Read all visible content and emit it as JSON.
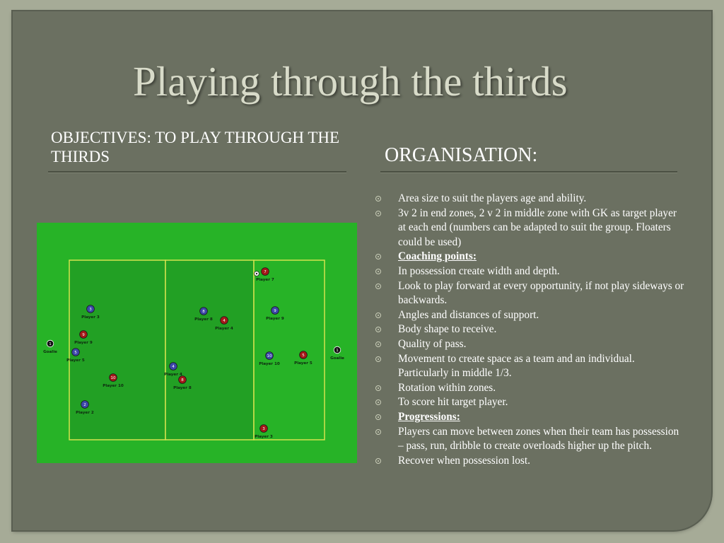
{
  "title": "Playing through the thirds",
  "objectives_heading": "OBJECTIVES:  TO PLAY THROUGH THE THIRDS",
  "organisation_heading": "ORGANISATION:",
  "colors": {
    "pitch": "#27b327",
    "zone_dark": "#22a024",
    "zone_lines": "#d4e34e",
    "blue_team": "#3c46a8",
    "red_team": "#a41818",
    "goalie": "#111111"
  },
  "bullets": [
    {
      "text": "Area size to suit the players age and ability.",
      "heading": false
    },
    {
      "text": "3v 2 in end zones, 2 v 2 in middle zone with GK as target player at each end (numbers can be adapted to suit the group.  Floaters could be used)",
      "heading": false
    },
    {
      "text": "Coaching points:",
      "heading": true
    },
    {
      "text": "In possession create width and depth.",
      "heading": false
    },
    {
      "text": "Look to play forward at every opportunity, if not play sideways or backwards.",
      "heading": false
    },
    {
      "text": "Angles and distances of support.",
      "heading": false
    },
    {
      "text": "Body shape to receive.",
      "heading": false
    },
    {
      "text": "Quality of pass.",
      "heading": false
    },
    {
      "text": "Movement to create space  as a team and an individual. Particularly in middle 1/3.",
      "heading": false
    },
    {
      "text": "Rotation within zones.",
      "heading": false
    },
    {
      "text": "To score hit target player.",
      "heading": false
    },
    {
      "text": "Progressions:",
      "heading": true
    },
    {
      "text": "Players can move between zones when their team has possession – pass, run, dribble to create overloads higher up the pitch.",
      "heading": false
    },
    {
      "text": "Recover when possession lost.",
      "heading": false
    }
  ],
  "diagram": {
    "players": [
      {
        "team": "goalie",
        "number": "1",
        "label": "Goalie"
      },
      {
        "team": "blue",
        "number": "3",
        "label": "Player 3"
      },
      {
        "team": "red",
        "number": "9",
        "label": "Player 9"
      },
      {
        "team": "blue",
        "number": "5",
        "label": "Player 5"
      },
      {
        "team": "red",
        "number": "10",
        "label": "Player 10"
      },
      {
        "team": "blue",
        "number": "2",
        "label": "Player 2"
      },
      {
        "team": "blue",
        "number": "8",
        "label": "Player 8"
      },
      {
        "team": "red",
        "number": "4",
        "label": "Player 4"
      },
      {
        "team": "blue",
        "number": "4",
        "label": "Player 4"
      },
      {
        "team": "red",
        "number": "8",
        "label": "Player 8"
      },
      {
        "team": "red",
        "number": "7",
        "label": "Player 7"
      },
      {
        "team": "blue",
        "number": "9",
        "label": "Player 9"
      },
      {
        "team": "blue",
        "number": "10",
        "label": "Player 10"
      },
      {
        "team": "red",
        "number": "5",
        "label": "Player 5"
      },
      {
        "team": "red",
        "number": "3",
        "label": "Player 3"
      },
      {
        "team": "goalie",
        "number": "1",
        "label": "Goalie"
      }
    ]
  }
}
